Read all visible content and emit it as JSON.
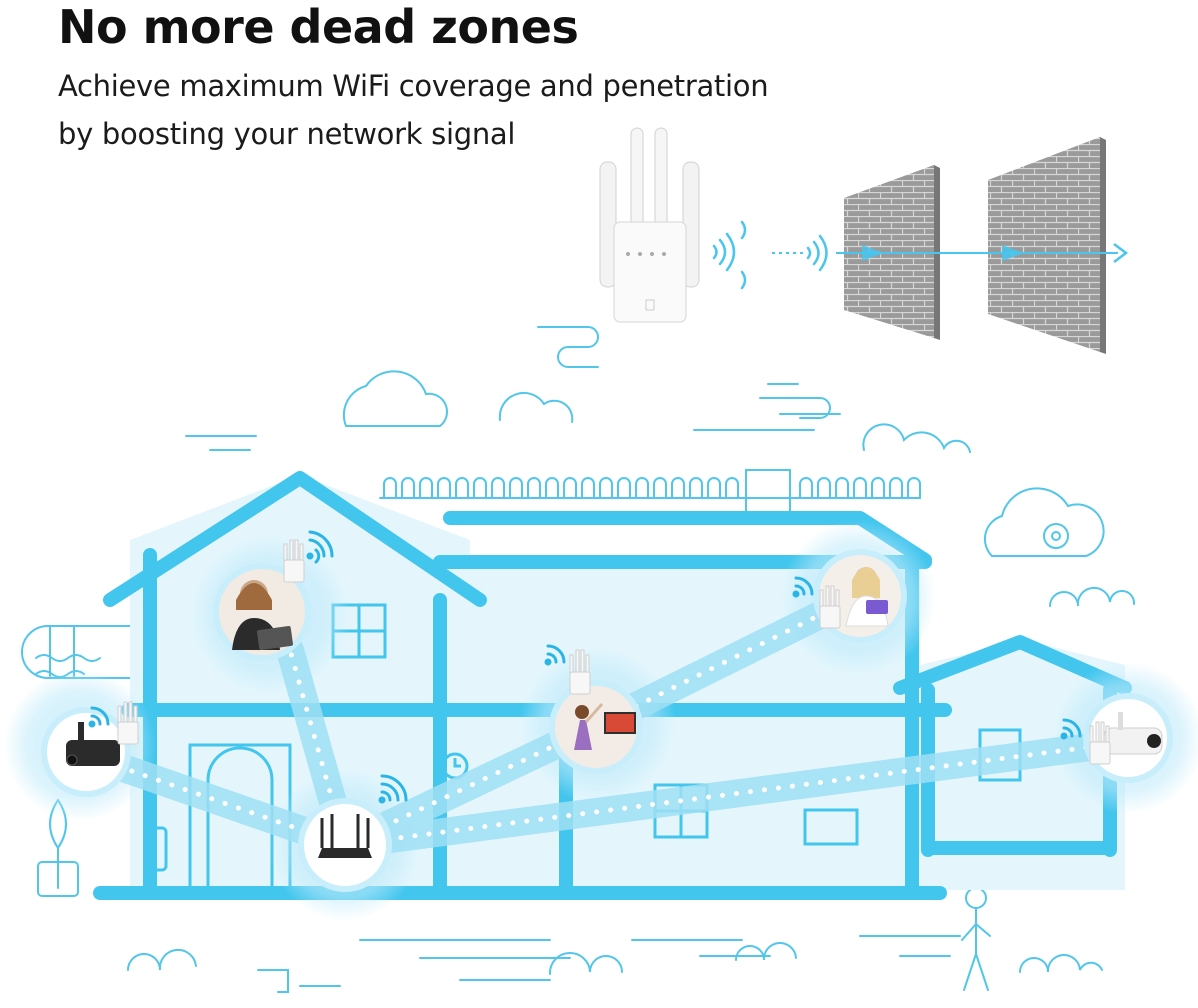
{
  "headline": "No more dead zones",
  "subheadline": {
    "line1": "Achieve maximum WiFi coverage and penetration",
    "line2": "by boosting your network signal"
  },
  "colors": {
    "accent": "#44c8ef",
    "accent_light": "#bdeaf8",
    "house_fill": "#e4f6fc",
    "brick": "#8f8f8f",
    "text": "#111111"
  },
  "icons": {
    "repeater": "wifi-repeater-icon",
    "router": "router-icon",
    "wall": "brick-wall-icon",
    "signal": "wifi-signal-icon",
    "camera": "security-camera-icon",
    "person": "person-walking-icon"
  }
}
